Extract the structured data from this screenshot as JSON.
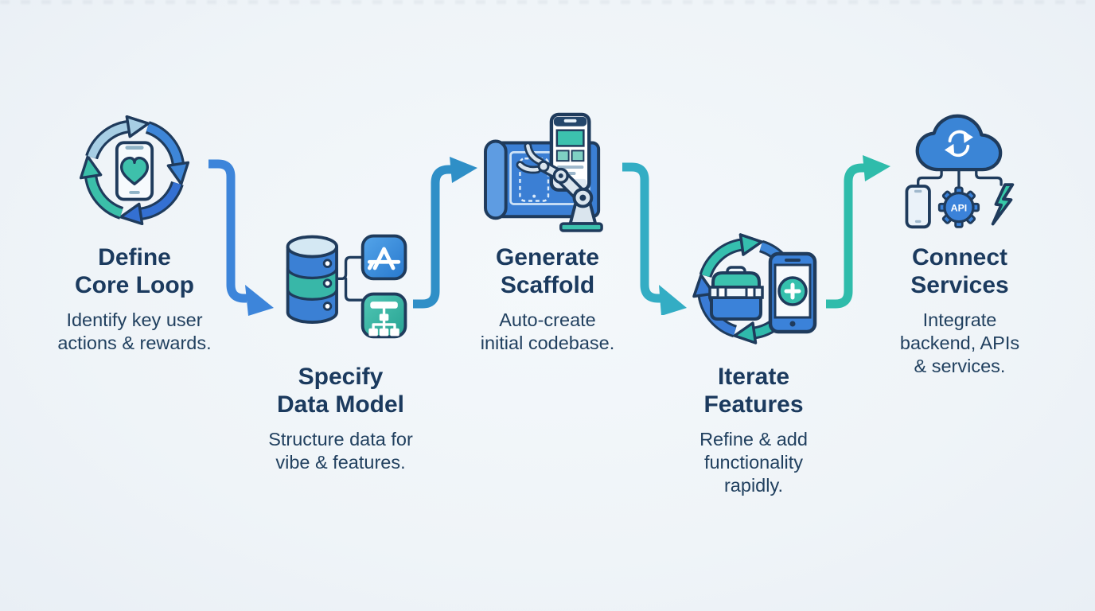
{
  "canvas": {
    "background": "#eff4f8"
  },
  "palette": {
    "outline_navy": "#1f3b5c",
    "title_text": "#1b3a5e",
    "body_text": "#21405f",
    "blue": "#3b82d9",
    "royal_blue": "#3470d2",
    "light_blue": "#a7cee4",
    "teal": "#3bbfa9",
    "cyan_blue": "#2f8fc7",
    "cyan": "#33adc4",
    "teal_green": "#2fbcab"
  },
  "steps": [
    {
      "title": "Define\nCore Loop",
      "description": "Identify key user\nactions & rewards.",
      "icon": "phone-heart-cycle-icon"
    },
    {
      "title": "Specify\nData Model",
      "description": "Structure data for\nvibe & features.",
      "icon": "database-appstore-schema-icon"
    },
    {
      "title": "Generate\nScaffold",
      "description": "Auto-create\ninitial codebase.",
      "icon": "blueprint-robot-arm-icon"
    },
    {
      "title": "Iterate\nFeatures",
      "description": "Refine & add\nfunctionality\nrapidly.",
      "icon": "toolbox-phone-cycle-icon"
    },
    {
      "title": "Connect\nServices",
      "description": "Integrate\nbackend, APIs\n& services.",
      "icon": "cloud-api-bolt-icon",
      "icon_label": "API"
    }
  ],
  "connectors": [
    {
      "name": "arrow-step1-step2",
      "shape": "down-then-right",
      "color": "#3d85da"
    },
    {
      "name": "arrow-step2-step3",
      "shape": "up-then-right",
      "color": "#2f8fc7"
    },
    {
      "name": "arrow-step3-step4",
      "shape": "down-then-right",
      "color": "#33adc4"
    },
    {
      "name": "arrow-step4-step5",
      "shape": "up-then-right",
      "color": "#2fbcab"
    }
  ]
}
